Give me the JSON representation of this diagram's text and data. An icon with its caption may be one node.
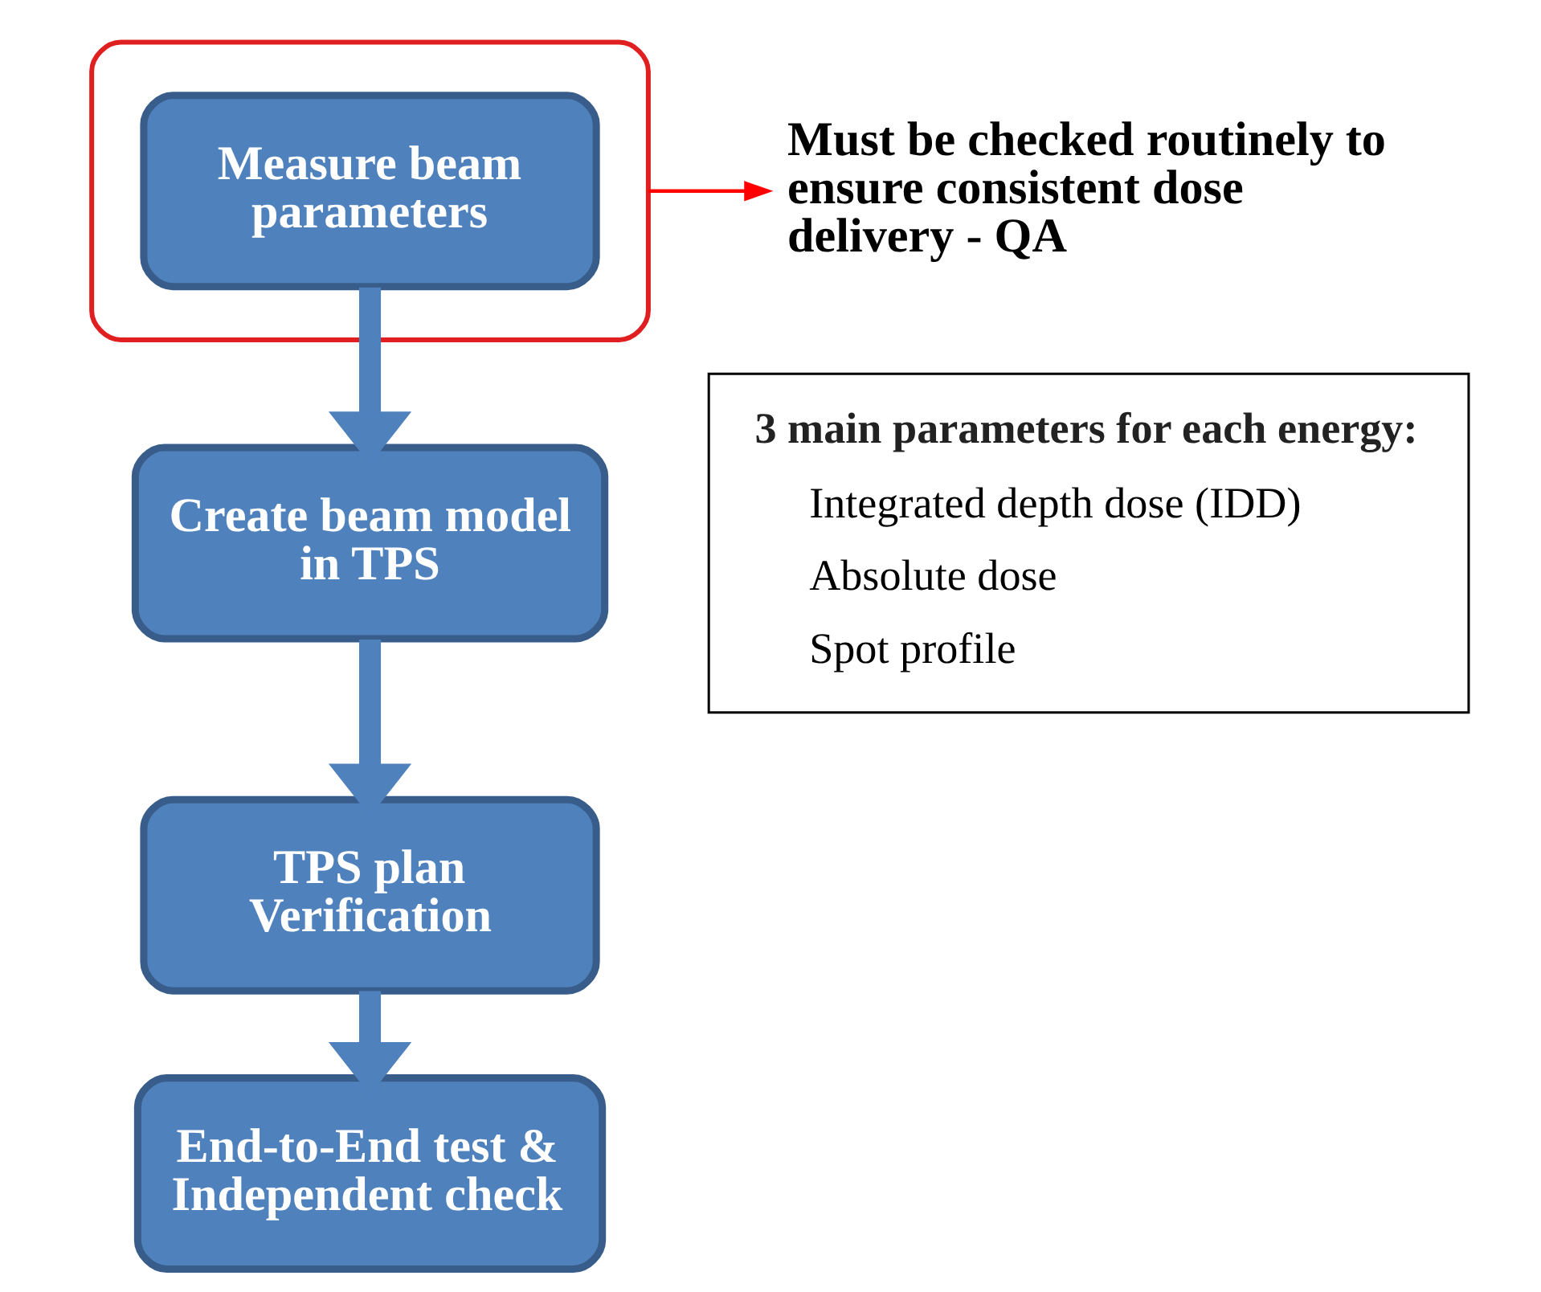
{
  "diagram": {
    "nodes": [
      {
        "text": [],
        "shape": "ellipse"
      },
      {
        "text": [
          "Measure beam parameters"
        ],
        "in": 0
      },
      {
        "text": [
          "Create beam model in TPS"
        ]
      },
      {
        "text": [
          "TPS plan Verification"
        ]
      },
      {
        "text": [
          "End-to-End test & Independent check"
        ]
      },
      {
        "text": [
          "Must be checked routinely to ensure consistent dose delivery - QA"
        ]
      },
      {
        "text": [
          "3 main parameters for each energy:",
          "Integrated depth dose (IDD)",
          "Absolute dose",
          "Spot profile"
        ]
      }
    ],
    "edges": [
      {
        "from": 0,
        "to": 5,
        "arrow": "to",
        "color": "#ff0000"
      },
      {
        "from": 1,
        "to": 2,
        "arrow": "to"
      },
      {
        "from": 2,
        "to": 3,
        "arrow": "to"
      },
      {
        "from": 3,
        "to": 4,
        "arrow": "to"
      }
    ]
  }
}
